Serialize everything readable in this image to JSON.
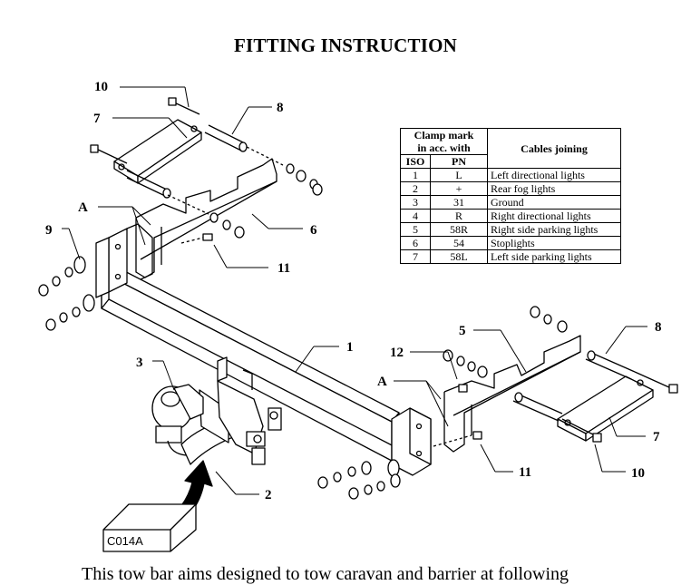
{
  "title": "FITTING INSTRUCTION",
  "callouts": {
    "c1": "1",
    "c2": "2",
    "c3": "3",
    "c5": "5",
    "c6": "6",
    "c7_left": "7",
    "c7_right": "7",
    "c8_left": "8",
    "c8_right": "8",
    "c9": "9",
    "c10_left": "10",
    "c10_right": "10",
    "c11_left": "11",
    "c11_right": "11",
    "c12": "12",
    "a_left": "A",
    "a_right": "A"
  },
  "stamp": "C014A",
  "table": {
    "header_col1": "Clamp mark in acc. with",
    "header_col1_line1": "Clamp mark",
    "header_col1_line2": "in acc. with",
    "header_iso": "ISO",
    "header_pn": "PN",
    "header_col2": "Cables joining",
    "rows": [
      {
        "iso": "1",
        "pn": "L",
        "desc": "Left directional lights"
      },
      {
        "iso": "2",
        "pn": "+",
        "desc": "Rear fog lights"
      },
      {
        "iso": "3",
        "pn": "31",
        "desc": "Ground"
      },
      {
        "iso": "4",
        "pn": "R",
        "desc": "Right directional lights"
      },
      {
        "iso": "5",
        "pn": "58R",
        "desc": "Right side parking lights"
      },
      {
        "iso": "6",
        "pn": "54",
        "desc": "Stoplights"
      },
      {
        "iso": "7",
        "pn": "58L",
        "desc": "Left side parking lights"
      }
    ]
  },
  "footer_text": "This tow bar aims designed to tow caravan and barrier at following"
}
